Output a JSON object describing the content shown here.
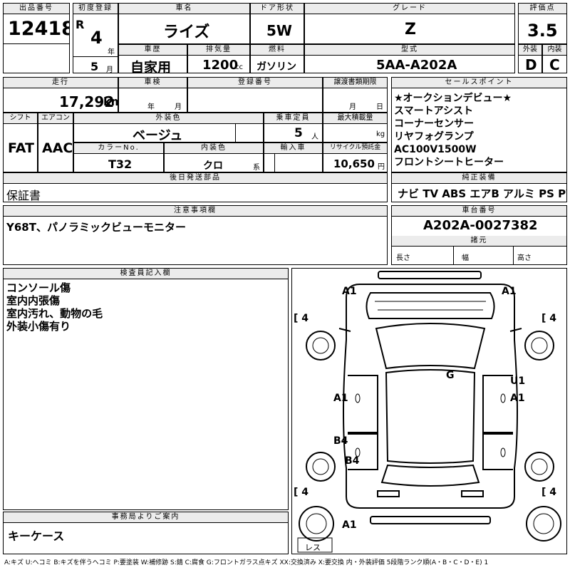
{
  "h": {
    "lot": "出品番号",
    "reg": "初度登録",
    "car": "車名",
    "door": "ドア形状",
    "grade": "グレード",
    "score": "評価点",
    "history": "車歴",
    "disp": "排気量",
    "fuel": "燃料",
    "model": "型式",
    "ext": "外装",
    "int": "内装",
    "mileage": "走行",
    "inspect": "車検",
    "regno": "登録番号",
    "transfer": "譲渡書類期限",
    "sales": "セールスポイント",
    "shift": "シフト",
    "ac": "エアコン",
    "color": "外装色",
    "seats": "乗車定員",
    "load": "最大積載量",
    "colorno": "カラーNo.",
    "trim": "内装色",
    "import": "輸入車",
    "recycle": "リサイクル預託金",
    "later": "後日発送部品",
    "equip": "純正装備",
    "notes": "注意事項欄",
    "chassis": "車台番号",
    "dims": "諸元",
    "inspector": "検査員記入欄",
    "office": "事務局よりご案内"
  },
  "lot": "12418",
  "reg": {
    "era": "R",
    "year": "4",
    "year_unit": "年",
    "month": "5",
    "month_unit": "月"
  },
  "car_name": "ライズ",
  "door": "5W",
  "grade": "Z",
  "score": "3.5",
  "history": "自家用",
  "disp": "1200",
  "disp_unit": "cc",
  "fuel": "ガソリン",
  "model": "5AA-A202A",
  "ext": "D",
  "int": "C",
  "mileage": "17,292",
  "mileage_unit": "km",
  "inspect_units": {
    "y": "年",
    "m": "月"
  },
  "transfer_units": {
    "m": "月",
    "d": "日"
  },
  "sales_points": [
    "★オークションデビュー★",
    "スマートアシスト",
    "コーナーセンサー",
    "リヤフォグランプ",
    "AC100V1500W",
    "フロントシートヒーター"
  ],
  "shift": "FAT",
  "ac": "AAC",
  "color": "ベージュ",
  "seats": "5",
  "seats_unit": "人",
  "load_unit": "kg",
  "colorno": "T32",
  "trim": "クロ",
  "trim_unit": "系",
  "recycle": "10,650",
  "recycle_unit": "円",
  "later": "保証書",
  "equip": "ナビ TV ABS エアB アルミ PS PW",
  "notes": "Y68T、パノラミックビューモニター",
  "chassis": "A202A-0027382",
  "dims": {
    "len": "長さ",
    "wid": "幅",
    "hgt": "高さ"
  },
  "inspector_lines": [
    "コンソール傷",
    "室内内張傷",
    "室内汚れ、動物の毛",
    "外装小傷有り"
  ],
  "office": "キーケース",
  "diagram": {
    "a1_tl": "A1",
    "a1_tr": "A1",
    "g": "G",
    "u1": "U1",
    "a1_r": "A1",
    "a1_l": "A1",
    "b4_l1": "B4",
    "b4_l2": "B4",
    "a1_b": "A1",
    "t_tl": "4",
    "t_tr": "4",
    "t_bl": "4",
    "t_br": "4",
    "spare": "レス"
  },
  "legend": "A:キズ U:ヘコミ B:キズを伴うヘコミ P:要塗装 W:補修跡 S:錆 C:腐食 G:フロントガラス点キズ XX:交換済み X:要交換 内・外装評価 5段階ランク順(A・B・C・D・E) 1"
}
